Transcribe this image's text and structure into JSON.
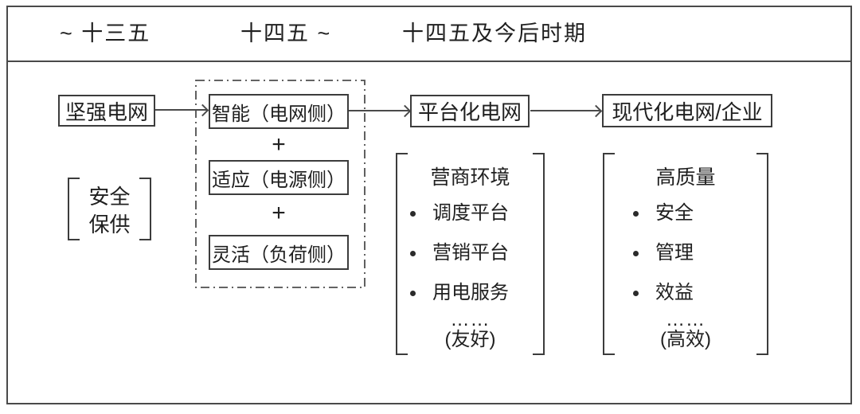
{
  "colors": {
    "background": "#ffffff",
    "line": "#4a4a4a",
    "text": "#1f1f1f"
  },
  "header": {
    "period_1": "~ 十三五",
    "period_2": "十四五 ~",
    "period_3": "十四五及今后时期"
  },
  "flow": {
    "plus": "+",
    "box_strong_grid": "坚强电网",
    "box_smart": "智能（电网侧）",
    "box_adapt": "适应（电源侧）",
    "box_flexible": "灵活（负荷侧）",
    "box_platform": "平台化电网",
    "box_modern": "现代化电网/企业"
  },
  "annotations": {
    "safety_group": {
      "line_1": "安全",
      "line_2": "保供"
    },
    "business_group": {
      "title": "营商环境",
      "items": [
        "调度平台",
        "营销平台",
        "用电服务"
      ],
      "ellipsis": "……",
      "summary": "(友好)"
    },
    "quality_group": {
      "title": "高质量",
      "items": [
        "安全",
        "管理",
        "效益"
      ],
      "ellipsis": "……",
      "summary": "(高效)"
    }
  }
}
